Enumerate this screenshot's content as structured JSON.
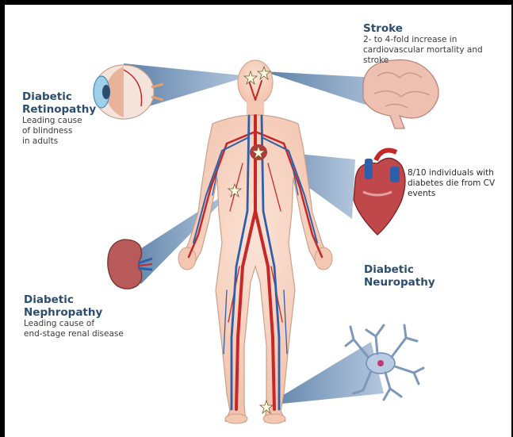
{
  "labels": {
    "stroke": {
      "title": "Stroke",
      "line1": "2- to 4-fold increase in",
      "line2": "cardiovascular mortality and",
      "line3": "stroke"
    },
    "retinopathy": {
      "title1": "Diabetic",
      "title2": "Retinopathy",
      "line1": "Leading cause",
      "line2": "of blindness",
      "line3": "in adults"
    },
    "cv": {
      "line1": "8/10 individuals with",
      "line2": "diabetes die from CV",
      "line3": "events"
    },
    "neuropathy": {
      "title1": "Diabetic",
      "title2": "Neuropathy"
    },
    "nephropathy": {
      "title1": "Diabetic",
      "title2": "Nephropathy",
      "line1": "Leading cause of",
      "line2": "end-stage renal disease"
    }
  },
  "colors": {
    "beam": "#5b7fa6",
    "skin": "#f6d2bf",
    "artery": "#c62828",
    "vein": "#2f5fa8",
    "brain": "#eec0b2",
    "kidney": "#b85a5a",
    "neuron": "#9fb7d6"
  },
  "icons": [
    "eye-icon",
    "brain-icon",
    "heart-icon",
    "kidney-icon",
    "neuron-icon",
    "star-marker"
  ]
}
